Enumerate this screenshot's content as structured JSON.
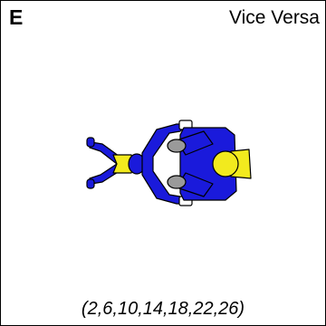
{
  "card": {
    "letter": "E",
    "title": "Vice Versa",
    "slots": "(2,6,10,14,18,22,26)"
  },
  "colors": {
    "suit": "#1a1adb",
    "harness": "#f2ea1e",
    "grip": "#ffffff",
    "boot": "#9a9a9a",
    "outline": "#000000",
    "border": "#000000"
  },
  "figure": {
    "jumpers": [
      {
        "role": "left-jumper",
        "orientation": "head-left",
        "helmet": "blue"
      },
      {
        "role": "right-jumper",
        "orientation": "head-right",
        "helmet": "yellow"
      }
    ]
  }
}
